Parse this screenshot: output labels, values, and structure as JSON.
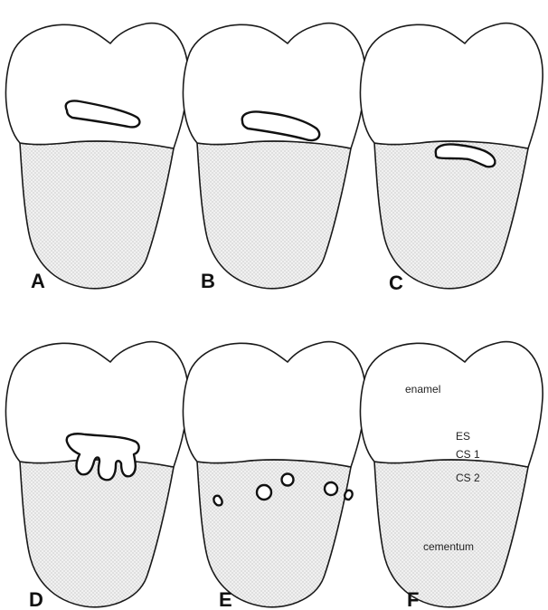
{
  "figure": {
    "panels": [
      {
        "label": "A"
      },
      {
        "label": "B"
      },
      {
        "label": "C"
      },
      {
        "label": "D"
      },
      {
        "label": "E"
      },
      {
        "label": "F"
      }
    ],
    "annotations": {
      "enamel": "enamel",
      "es": "ES",
      "cs1": "CS 1",
      "cs2": "CS 2",
      "cementum": "cementum"
    }
  },
  "colors": {
    "outline": "#1a1a1a",
    "root_stipple": "#cfcfcf",
    "background": "#ffffff"
  }
}
